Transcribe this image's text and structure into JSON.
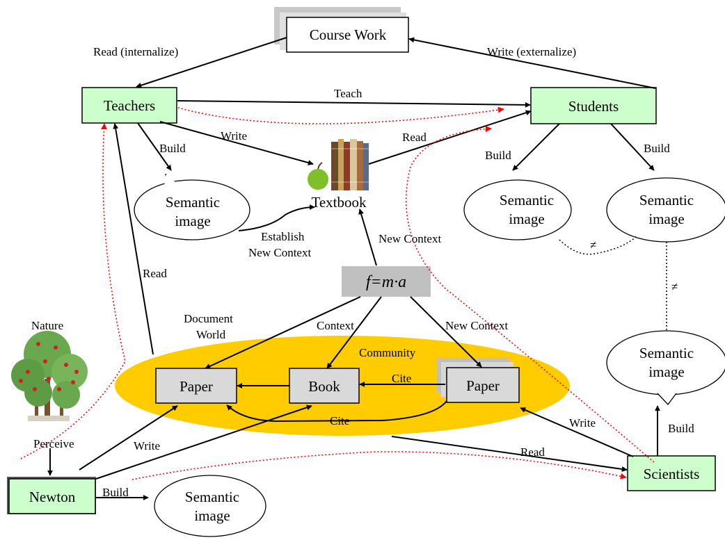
{
  "colors": {
    "node_fill": "#ccffcc",
    "doc_fill": "#d9d9d9",
    "community_fill": "#ffcc00",
    "formula_fill": "#c0c0c0",
    "dotted_arrow": "#ff0000",
    "line": "#000000"
  },
  "nodes": {
    "course_work": "Course Work",
    "teachers": "Teachers",
    "students": "Students",
    "newton": "Newton",
    "scientists": "Scientists",
    "paper_left": "Paper",
    "book": "Book",
    "paper_right": "Paper",
    "textbook": "Textbook",
    "formula": "f=m·a",
    "nature": "Nature"
  },
  "bubbles": {
    "teacher_semantic": [
      "Semantic",
      "image"
    ],
    "student_semantic_1": [
      "Semantic",
      "image"
    ],
    "student_semantic_2": [
      "Semantic",
      "image"
    ],
    "scientist_semantic": [
      "Semantic",
      "image"
    ],
    "newton_semantic": [
      "Semantic",
      "image"
    ]
  },
  "labels": {
    "read_internalize": "Read (internalize)",
    "write_externalize": "Write (externalize)",
    "teach": "Teach",
    "write_teacher": "Write",
    "read_textbook": "Read",
    "build_teacher": "Build",
    "build_student_1": "Build",
    "build_student_2": "Build",
    "establish": [
      "Establish",
      "New Context"
    ],
    "new_context_textbook": "New Context",
    "read_teacher": "Read",
    "document_world": [
      "Document",
      "World"
    ],
    "context": "Context",
    "new_context_paper": "New Context",
    "community": "Community",
    "cite_top": "Cite",
    "cite_bottom": "Cite",
    "perceive": "Perceive",
    "write_newton": "Write",
    "write_scientist": "Write",
    "read_scientist": "Read",
    "build_newton": "Build",
    "build_scientist": "Build",
    "not_equal_1": "≠",
    "not_equal_2": "≠"
  }
}
